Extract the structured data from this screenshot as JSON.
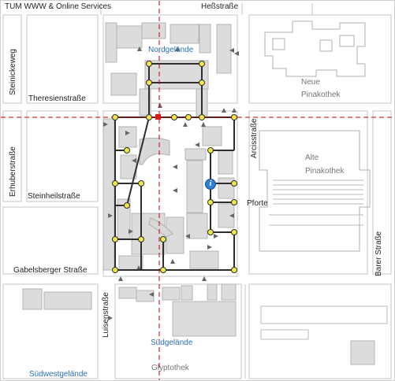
{
  "header": {
    "title": "TUM WWW & Online Services"
  },
  "streets": {
    "hess": "Heßstraße",
    "steinickeweg": "Steinickeweg",
    "theresien": "Theresienstraße",
    "erhuber": "Erhuberstraße",
    "steinheil": "Steinheilstraße",
    "gabelsberger": "Gabelsberger Straße",
    "luisen": "Luisenstraße",
    "arcis": "Arcisstraße",
    "barer": "Barer Straße"
  },
  "areas": {
    "nordgelaende": "Nordgelände",
    "suedgelaende": "Südgelände",
    "suedwestgelaende": "Südwestgelände",
    "neue_pinakothek_1": "Neue",
    "neue_pinakothek_2": "Pinakothek",
    "alte_pinakothek_1": "Alte",
    "alte_pinakothek_2": "Pinakothek",
    "glyptothek": "Glyptothek"
  },
  "poi": {
    "pforte": "Pforte",
    "info_icon": "info-icon",
    "info_glyph": "i"
  },
  "colors": {
    "building": "#dedede",
    "building_stroke": "#b5b5b5",
    "block_outline": "#bfbfbf",
    "path": "#333333",
    "node": "#f2e84a",
    "crosshair": "#cc0000",
    "area_label": "#2a6fb5"
  }
}
